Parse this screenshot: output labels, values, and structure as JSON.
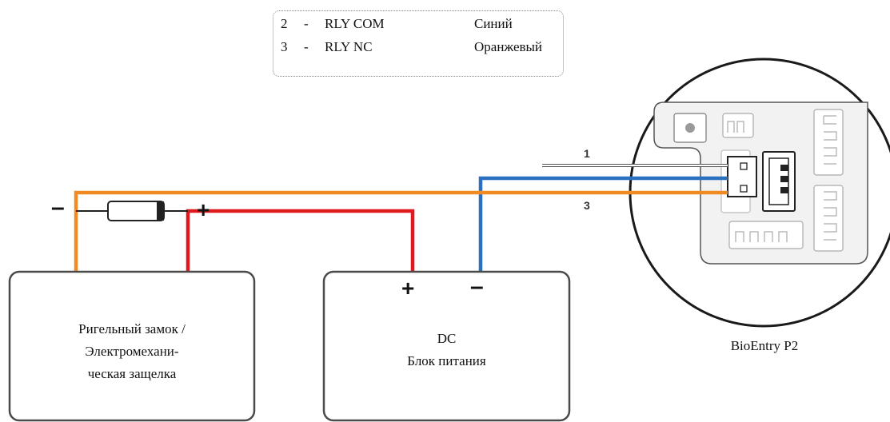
{
  "legend": {
    "rows": [
      {
        "num": "2",
        "dash": "-",
        "signal": "RLY COM",
        "color_name": "Синий"
      },
      {
        "num": "3",
        "dash": "-",
        "signal": "RLY NC",
        "color_name": "Оранжевый"
      }
    ]
  },
  "lock_box": {
    "line1": "Ригельный замок /",
    "line2": "Электромехани-",
    "line3": "ческая защелка",
    "minus": "–",
    "plus": "+"
  },
  "psu_box": {
    "line1": "DC",
    "line2": "Блок питания",
    "plus": "+",
    "minus": "–"
  },
  "device": {
    "label": "BioEntry P2",
    "wire_label_1": "1",
    "wire_label_3": "3"
  },
  "colors": {
    "orange_wire": "#f08a22",
    "blue_wire": "#2a6fc0",
    "red_wire": "#e0191e",
    "outline": "#4a4a4a"
  }
}
